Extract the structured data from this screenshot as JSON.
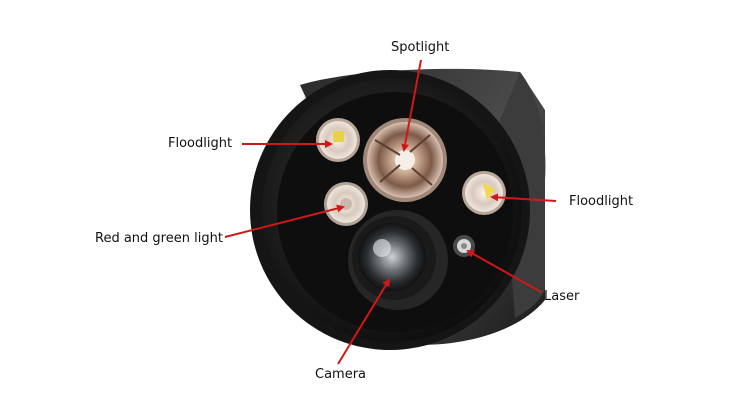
{
  "diagram": {
    "labels": {
      "spotlight": "Spotlight",
      "floodlight_left": "Floodlight",
      "floodlight_right": "Floodlight",
      "red_green_light": "Red and green light",
      "laser": "Laser",
      "camera": "Camera"
    },
    "arrow_color": "#d01818"
  }
}
